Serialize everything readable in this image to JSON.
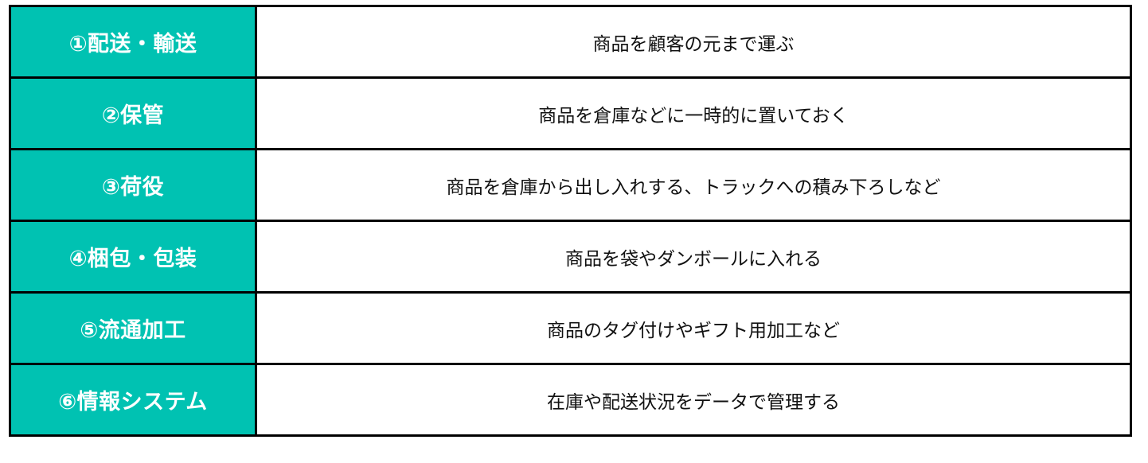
{
  "colors": {
    "header_bg": "#00C2B2",
    "header_text": "#ffffff",
    "border": "#000000",
    "desc_text": "#111111"
  },
  "rows": [
    {
      "label": "①配送・輸送",
      "description": "商品を顧客の元まで運ぶ"
    },
    {
      "label": "②保管",
      "description": "商品を倉庫などに一時的に置いておく"
    },
    {
      "label": "③荷役",
      "description": "商品を倉庫から出し入れする、トラックへの積み下ろしなど"
    },
    {
      "label": "④梱包・包装",
      "description": "商品を袋やダンボールに入れる"
    },
    {
      "label": "⑤流通加工",
      "description": "商品のタグ付けやギフト用加工など"
    },
    {
      "label": "⑥情報システム",
      "description": "在庫や配送状況をデータで管理する"
    }
  ]
}
